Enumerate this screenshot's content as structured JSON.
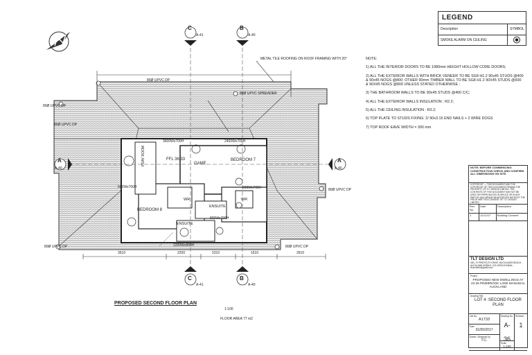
{
  "legend": {
    "title": "LEGEND",
    "col_description": "Description",
    "col_symbol": "SYMBOL",
    "row_desc": "SMOKE ALARM ON CEILING"
  },
  "notes": {
    "heading": "NOTE:",
    "items": [
      "1) ALL THE INTERIOR DOORS TO BE 1980mm HEIGHT HOLLOW CORE DOORS;",
      "2) ALL THE EXTERIOR WALLS WITH BRICK VENEER TO BE SG8 H1.2 90x45 STUDS @400 & 90x45 NOGS @800; OTHER 90mm TIMBER WALL TO BE SG8 H1.2 90X45 STUDS @600 & 90X45 NOGS @800 UNLESS STATED OTHERWISE ;",
      "3) THE BATHROOM WALLS TO BE 90x45 STUDS @400 C/C;",
      "4) ALL THE EXTERIOR WALLS INSULATION : R2.2;",
      "5) ALL THE CEILING INSULATION : R3.2;",
      "6) TOP PLATE TO STUDS FIXING: 2/ 90x3.15 END NAILS + 2 WIRE DOGS",
      "7) TOP ROOF EAVE WIDTH = 300 mm"
    ]
  },
  "plan": {
    "roof_note": "METAL TILE ROOFING ON ROOF FRAMING WITH 20°",
    "dp_labels": [
      "80Ø UPVC DP",
      "80Ø UPVC DP",
      "80Ø UPVC DP",
      "80Ø UPVC DP",
      "80Ø UPVC DP",
      "80Ø UPVC DP"
    ],
    "spreader": "80Ø UPVC SPREADER",
    "rooms": {
      "game": "GAME",
      "bedroom7": "BEDROOM 7",
      "bedroom8": "BEDROOM 8",
      "wr1": "WR",
      "wr2": "WR",
      "ensuite1": "ENSUITE",
      "ensuite2": "ENSUITE",
      "prayer": "PRAY ROOM",
      "ffl": "FFL 36.33"
    },
    "windows": {
      "w31": "3600Wx700H",
      "w33": "2400Wx700H",
      "w34": "600Wx700H",
      "w35": "600Wx700H",
      "w36": "1200Wx800H",
      "w37": "800Wx700H"
    },
    "dims": [
      "3610",
      "2200",
      "2310",
      "1610",
      "2610"
    ],
    "sections": {
      "top_left": {
        "letter": "C",
        "sheet": "A-41"
      },
      "top_right": {
        "letter": "B",
        "sheet": "A-40"
      },
      "left": {
        "letter": "A",
        "sheet": "A-40"
      },
      "right": {
        "letter": "A",
        "sheet": "A-40"
      },
      "bot_left": {
        "letter": "C",
        "sheet": "A-41"
      },
      "bot_right": {
        "letter": "B",
        "sheet": "A-40"
      }
    },
    "title": "PROPOSED SECOND FLOOR PLAN",
    "scale": "1:100",
    "floor_area": "FLOOR AREA 77 m2"
  },
  "titleblock": {
    "note_head": "NOTE: BEFORE COMMENCING CONSTRUCTION CHECK AND CONFIRM ALL DIMENSIONS ON SITE.",
    "copyright": "COPYRIGHT — THIS DOCUMENT AND THE COPYRIGHT OF THIS DOCUMENT REMAIN THE PROPERTY OF TLT DESIGN LIMITED. THE CONTENTS OF THIS DOCUMENT MAY NOT BE USED OR REPRODUCED IN WHOLE OR IN ANY PART BY ANY MEANS WHATSOEVER WITHOUT THE PRIOR WRITTEN CONSENT OF TLT DESIGN LIMITED.",
    "rev_head": [
      "Rev. No.",
      "Date",
      "Description"
    ],
    "rev_row": [
      "1",
      "11/12/17",
      "Building Consent"
    ],
    "company": "TLT DESIGN LTD",
    "company_sub": "40D, 37 PRIESTLEY DRIVE, BUCKLANDS BEACH, AUCKLAND MOBILE: 021-0290119 EMAIL: tlt.archinfo@gmail.com",
    "project_head": "Project",
    "project": "PROPOSED NEW DWELLINGS AT 23-25 PINEBROOK LANE MANAEIAL AUCKLAND",
    "drawing_head": "Drawing Title",
    "drawing": "LOT 4 :SECOND FLOOR PLAN",
    "job_head": "Job No.",
    "job": "A1733",
    "dwg_head": "Drawing No.",
    "dwg": "A-36",
    "rev_no_head": "Revision",
    "rev_no": "1",
    "date_head": "Date",
    "date": "31/05/2017",
    "scale_head": "Scale",
    "scale": "1:100",
    "drawn_head": "Drawn / Designed by",
    "drawn": "T.C."
  }
}
